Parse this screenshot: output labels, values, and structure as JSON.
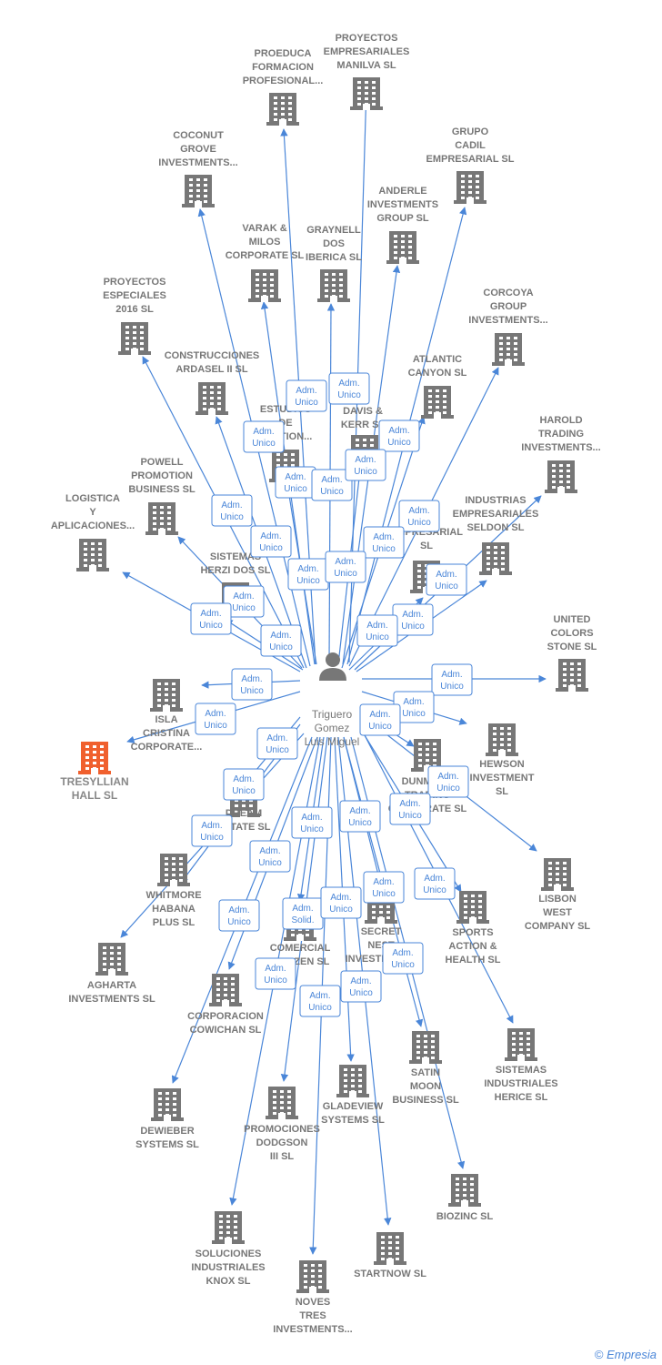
{
  "colors": {
    "edge": "#4a86d8",
    "building": "#777777",
    "focus": "#f0602e",
    "label_box": "#4a86d8"
  },
  "person": {
    "name_lines": [
      "Triguero",
      "Gomez",
      "Luis Miguel"
    ],
    "icon": "person-icon"
  },
  "companies": [
    {
      "id": "proeduca",
      "lines": [
        "PROEDUCA",
        "FORMACION",
        "PROFESIONAL..."
      ]
    },
    {
      "id": "manilva",
      "lines": [
        "PROYECTOS",
        "EMPRESARIALES",
        "MANILVA SL"
      ]
    },
    {
      "id": "coconut",
      "lines": [
        "COCONUT",
        "GROVE",
        "INVESTMENTS..."
      ]
    },
    {
      "id": "cadil",
      "lines": [
        "GRUPO",
        "CADIL",
        "EMPRESARIAL SL"
      ]
    },
    {
      "id": "anderle",
      "lines": [
        "ANDERLE",
        "INVESTMENTS",
        "GROUP SL"
      ]
    },
    {
      "id": "varak",
      "lines": [
        "VARAK &",
        "MILOS",
        "CORPORATE SL"
      ]
    },
    {
      "id": "graynell",
      "lines": [
        "GRAYNELL",
        "DOS",
        "IBERICA SL"
      ]
    },
    {
      "id": "especiales",
      "lines": [
        "PROYECTOS",
        "ESPECIALES",
        "2016 SL"
      ]
    },
    {
      "id": "corcoya",
      "lines": [
        "CORCOYA",
        "GROUP",
        "INVESTMENTS..."
      ]
    },
    {
      "id": "ardasel",
      "lines": [
        "CONSTRUCCIONES",
        "ARDASEL II SL"
      ]
    },
    {
      "id": "atlantic",
      "lines": [
        "ATLANTIC",
        "CANYON SL"
      ]
    },
    {
      "id": "estudios",
      "lines": [
        "ESTUDIOS",
        "DE",
        "GESTION..."
      ]
    },
    {
      "id": "davis",
      "lines": [
        "DAVIS &",
        "KERR SL"
      ]
    },
    {
      "id": "harold",
      "lines": [
        "HAROLD",
        "TRADING",
        "INVESTMENTS..."
      ]
    },
    {
      "id": "powell",
      "lines": [
        "POWELL",
        "PROMOTION",
        "BUSINESS SL"
      ]
    },
    {
      "id": "logistica",
      "lines": [
        "LOGISTICA",
        "Y",
        "APLICACIONES..."
      ]
    },
    {
      "id": "seldon",
      "lines": [
        "INDUSTRIAS",
        "EMPRESARIALES",
        "SELDON SL"
      ]
    },
    {
      "id": "aempresarial",
      "lines": [
        "A",
        "EMPRESARIAL",
        "SL"
      ]
    },
    {
      "id": "herzi",
      "lines": [
        "SISTEMAS",
        "HERZI DOS SL"
      ]
    },
    {
      "id": "united",
      "lines": [
        "UNITED",
        "COLORS",
        "STONE SL"
      ]
    },
    {
      "id": "isla",
      "lines": [
        "ISLA",
        "CRISTINA",
        "CORPORATE..."
      ]
    },
    {
      "id": "tresyllian",
      "lines": [
        "TRESYLLIAN",
        "HALL SL"
      ],
      "focus": true
    },
    {
      "id": "hewson",
      "lines": [
        "HEWSON",
        "INVESTMENT",
        "SL"
      ]
    },
    {
      "id": "dunmore",
      "lines": [
        "DUNMORE",
        "TRADING",
        "CORPORATE SL"
      ]
    },
    {
      "id": "dream",
      "lines": [
        "DREAM",
        "ESTATE SL"
      ]
    },
    {
      "id": "lisbon",
      "lines": [
        "LISBON",
        "WEST",
        "COMPANY SL"
      ]
    },
    {
      "id": "whitmore",
      "lines": [
        "WHITMORE",
        "HABANA",
        "PLUS SL"
      ]
    },
    {
      "id": "sports",
      "lines": [
        "SPORTS",
        "ACTION &",
        "HEALTH SL"
      ]
    },
    {
      "id": "secret",
      "lines": [
        "SECRET",
        "NEST",
        "INVESTMENT..."
      ]
    },
    {
      "id": "comercial",
      "lines": [
        "COMERCIAL",
        "LOSIZEN SL"
      ]
    },
    {
      "id": "agharta",
      "lines": [
        "AGHARTA",
        "INVESTMENTS SL"
      ]
    },
    {
      "id": "cowichan",
      "lines": [
        "CORPORACION",
        "COWICHAN SL"
      ]
    },
    {
      "id": "herice",
      "lines": [
        "SISTEMAS",
        "INDUSTRIALES",
        "HERICE SL"
      ]
    },
    {
      "id": "satin",
      "lines": [
        "SATIN",
        "MOON",
        "BUSINESS SL"
      ]
    },
    {
      "id": "gladeview",
      "lines": [
        "GLADEVIEW",
        "SYSTEMS SL"
      ]
    },
    {
      "id": "dodgson",
      "lines": [
        "PROMOCIONES",
        "DODGSON",
        "III SL"
      ]
    },
    {
      "id": "dewieber",
      "lines": [
        "DEWIEBER",
        "SYSTEMS SL"
      ]
    },
    {
      "id": "biozinc",
      "lines": [
        "BIOZINC SL"
      ]
    },
    {
      "id": "knox",
      "lines": [
        "SOLUCIONES",
        "INDUSTRIALES",
        "KNOX SL"
      ]
    },
    {
      "id": "startnow",
      "lines": [
        "STARTNOW SL"
      ]
    },
    {
      "id": "noves",
      "lines": [
        "NOVES",
        "TRES",
        "INVESTMENTS..."
      ]
    }
  ],
  "relations": [
    {
      "id": "r1",
      "lines": [
        "Adm.",
        "Unico"
      ]
    },
    {
      "id": "r2",
      "lines": [
        "Adm.",
        "Unico"
      ]
    },
    {
      "id": "r3",
      "lines": [
        "Adm.",
        "Unico"
      ]
    },
    {
      "id": "r4",
      "lines": [
        "Adm.",
        "Unico"
      ]
    },
    {
      "id": "r5",
      "lines": [
        "Adm.",
        "Unico"
      ]
    },
    {
      "id": "r6",
      "lines": [
        "Adm.",
        "Unico"
      ]
    },
    {
      "id": "r7",
      "lines": [
        "Adm.",
        "Unico"
      ]
    },
    {
      "id": "r8",
      "lines": [
        "Adm.",
        "Unico"
      ]
    },
    {
      "id": "r9",
      "lines": [
        "Adm.",
        "Unico"
      ]
    },
    {
      "id": "r10",
      "lines": [
        "Adm.",
        "Unico"
      ]
    },
    {
      "id": "r11",
      "lines": [
        "Adm.",
        "Unico"
      ]
    },
    {
      "id": "r12",
      "lines": [
        "Adm.",
        "Unico"
      ]
    },
    {
      "id": "r13",
      "lines": [
        "Adm.",
        "Unico"
      ]
    },
    {
      "id": "r14",
      "lines": [
        "Adm.",
        "Unico"
      ]
    },
    {
      "id": "r15",
      "lines": [
        "Adm.",
        "Unico"
      ]
    },
    {
      "id": "r16",
      "lines": [
        "Adm.",
        "Unico"
      ]
    },
    {
      "id": "r17",
      "lines": [
        "Adm.",
        "Unico"
      ]
    },
    {
      "id": "r18",
      "lines": [
        "Adm.",
        "Unico"
      ]
    },
    {
      "id": "r19",
      "lines": [
        "Adm.",
        "Unico"
      ]
    },
    {
      "id": "r20",
      "lines": [
        "Adm.",
        "Unico"
      ]
    },
    {
      "id": "r21",
      "lines": [
        "Adm.",
        "Unico"
      ]
    },
    {
      "id": "r22",
      "lines": [
        "Adm.",
        "Unico"
      ]
    },
    {
      "id": "r23",
      "lines": [
        "Adm.",
        "Unico"
      ]
    },
    {
      "id": "r24",
      "lines": [
        "Adm.",
        "Unico"
      ]
    },
    {
      "id": "r25",
      "lines": [
        "Adm.",
        "Unico"
      ]
    },
    {
      "id": "r26",
      "lines": [
        "Adm.",
        "Unico"
      ]
    },
    {
      "id": "r27",
      "lines": [
        "Adm.",
        "Unico"
      ]
    },
    {
      "id": "r28",
      "lines": [
        "Adm.",
        "Unico"
      ]
    },
    {
      "id": "r29",
      "lines": [
        "Adm.",
        "Unico"
      ]
    },
    {
      "id": "r30",
      "lines": [
        "Adm.",
        "Unico"
      ]
    },
    {
      "id": "r31",
      "lines": [
        "Adm.",
        "Unico"
      ]
    },
    {
      "id": "r32",
      "lines": [
        "Adm.",
        "Unico"
      ]
    },
    {
      "id": "r33",
      "lines": [
        "Adm.",
        "Unico"
      ]
    },
    {
      "id": "r34",
      "lines": [
        "Adm.",
        "Unico"
      ]
    },
    {
      "id": "r35",
      "lines": [
        "Adm.",
        "Solid."
      ]
    },
    {
      "id": "r36",
      "lines": [
        "Adm.",
        "Unico"
      ]
    },
    {
      "id": "r37",
      "lines": [
        "Adm.",
        "Unico"
      ]
    },
    {
      "id": "r38",
      "lines": [
        "Adm.",
        "Unico"
      ]
    },
    {
      "id": "r39",
      "lines": [
        "Adm.",
        "Unico"
      ]
    },
    {
      "id": "r40",
      "lines": [
        "Adm.",
        "Unico"
      ]
    },
    {
      "id": "r41",
      "lines": [
        "Adm.",
        "Unico"
      ]
    }
  ],
  "footer": {
    "copyright": "©",
    "brand": "Empresia"
  }
}
